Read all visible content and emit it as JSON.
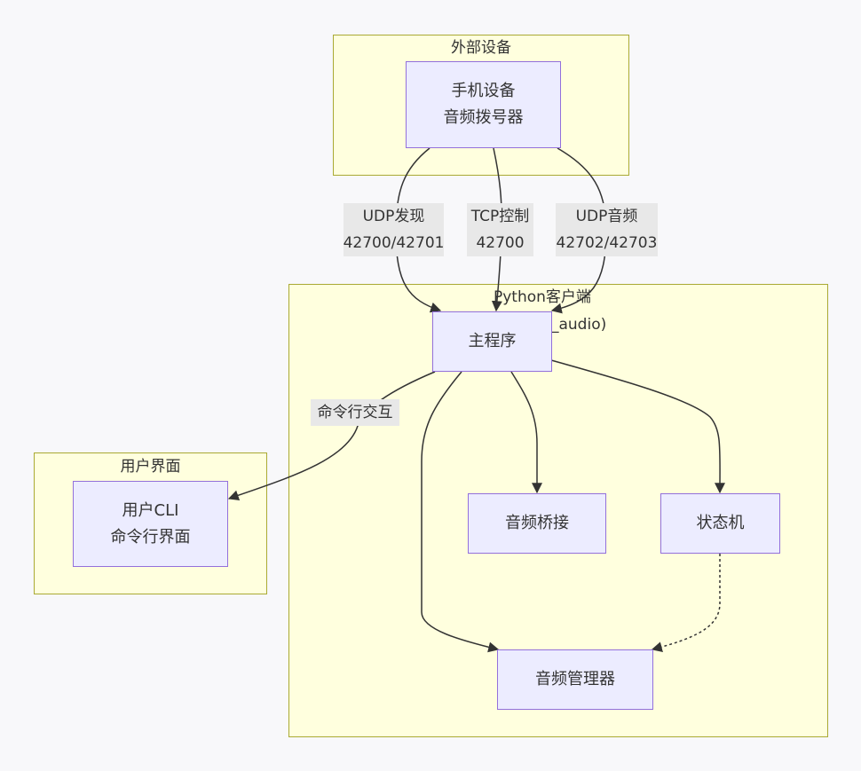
{
  "clusters": {
    "external": {
      "title": "外部设备"
    },
    "client": {
      "title": "Python客户端",
      "title_line2": "r_audio)"
    },
    "ui": {
      "title": "用户界面"
    }
  },
  "nodes": {
    "phone": {
      "line1": "手机设备",
      "line2": "音频拨号器"
    },
    "main": {
      "line1": "主程序"
    },
    "bridge": {
      "line1": "音频桥接"
    },
    "fsm": {
      "line1": "状态机"
    },
    "audio_mgr": {
      "line1": "音频管理器"
    },
    "cli": {
      "line1": "用户CLI",
      "line2": "命令行界面"
    }
  },
  "edge_labels": {
    "udp_discovery": {
      "line1": "UDP发现",
      "line2": "42700/42701"
    },
    "tcp_control": {
      "line1": "TCP控制",
      "line2": "42700"
    },
    "udp_audio": {
      "line1": "UDP音频",
      "line2": "42702/42703"
    },
    "cli_interaction": {
      "line1": "命令行交互"
    }
  },
  "colors": {
    "cluster_fill": "#ffffde",
    "cluster_border": "#aaaa33",
    "node_fill": "#ececff",
    "node_border": "#9370db",
    "edge": "#333333",
    "edge_label_bg": "#e8e8e8"
  }
}
